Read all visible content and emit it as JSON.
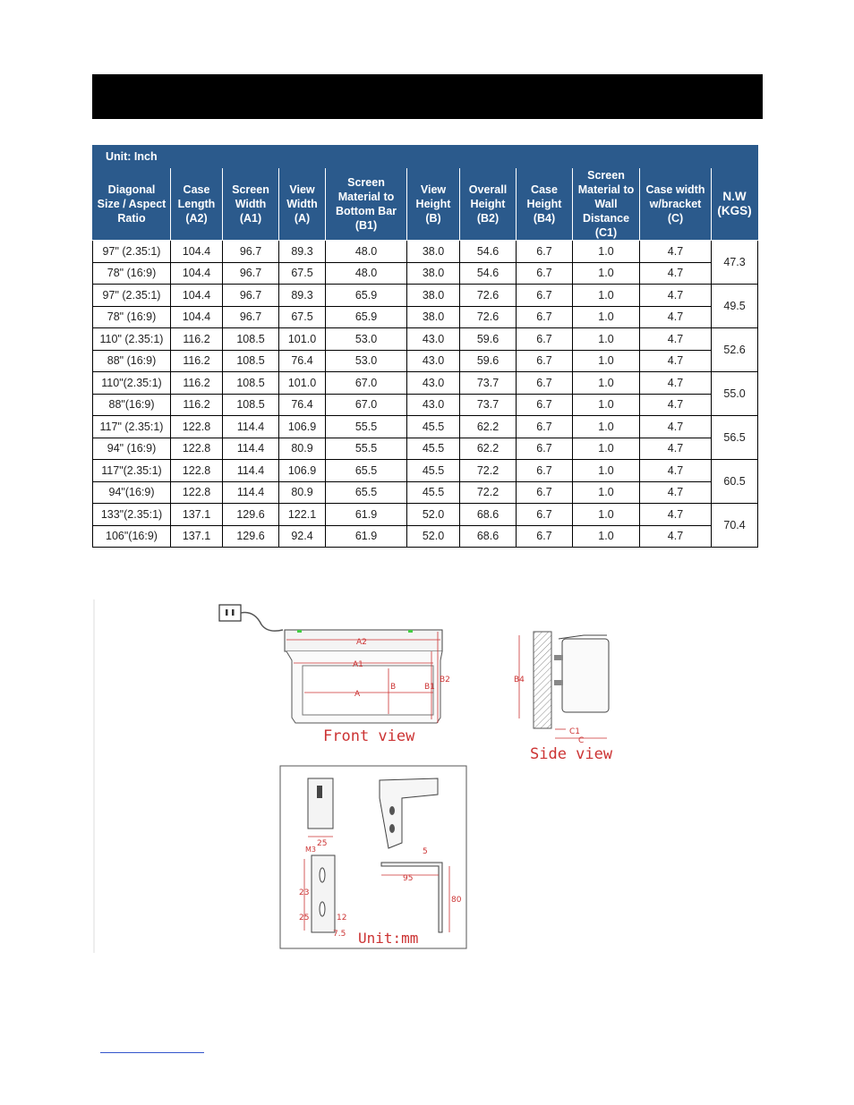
{
  "spec_table": {
    "unit_label": "Unit: Inch",
    "headers": [
      "Diagonal\nSize / Aspect\nRatio",
      "Case\nLength\n(A2)",
      "Screen\nWidth\n(A1)",
      "View\nWidth\n(A)",
      "Screen\nMaterial to\nBottom Bar\n(B1)",
      "View\nHeight\n(B)",
      "Overall\nHeight\n(B2)",
      "Case\nHeight\n(B4)",
      "Screen\nMaterial to\nWall\nDistance\n(C1)",
      "Case width\nw/bracket\n(C)",
      "N.W\n(KGS)"
    ],
    "rows": [
      [
        "97\" (2.35:1)",
        "104.4",
        "96.7",
        "89.3",
        "48.0",
        "38.0",
        "54.6",
        "6.7",
        "1.0",
        "4.7"
      ],
      [
        "78\" (16:9)",
        "104.4",
        "96.7",
        "67.5",
        "48.0",
        "38.0",
        "54.6",
        "6.7",
        "1.0",
        "4.7"
      ],
      [
        "97\" (2.35:1)",
        "104.4",
        "96.7",
        "89.3",
        "65.9",
        "38.0",
        "72.6",
        "6.7",
        "1.0",
        "4.7"
      ],
      [
        "78\" (16:9)",
        "104.4",
        "96.7",
        "67.5",
        "65.9",
        "38.0",
        "72.6",
        "6.7",
        "1.0",
        "4.7"
      ],
      [
        "110\" (2.35:1)",
        "116.2",
        "108.5",
        "101.0",
        "53.0",
        "43.0",
        "59.6",
        "6.7",
        "1.0",
        "4.7"
      ],
      [
        "88\" (16:9)",
        "116.2",
        "108.5",
        "76.4",
        "53.0",
        "43.0",
        "59.6",
        "6.7",
        "1.0",
        "4.7"
      ],
      [
        "110\"(2.35:1)",
        "116.2",
        "108.5",
        "101.0",
        "67.0",
        "43.0",
        "73.7",
        "6.7",
        "1.0",
        "4.7"
      ],
      [
        "88\"(16:9)",
        "116.2",
        "108.5",
        "76.4",
        "67.0",
        "43.0",
        "73.7",
        "6.7",
        "1.0",
        "4.7"
      ],
      [
        "117\" (2.35:1)",
        "122.8",
        "114.4",
        "106.9",
        "55.5",
        "45.5",
        "62.2",
        "6.7",
        "1.0",
        "4.7"
      ],
      [
        "94\" (16:9)",
        "122.8",
        "114.4",
        "80.9",
        "55.5",
        "45.5",
        "62.2",
        "6.7",
        "1.0",
        "4.7"
      ],
      [
        "117\"(2.35:1)",
        "122.8",
        "114.4",
        "106.9",
        "65.5",
        "45.5",
        "72.2",
        "6.7",
        "1.0",
        "4.7"
      ],
      [
        "94\"(16:9)",
        "122.8",
        "114.4",
        "80.9",
        "65.5",
        "45.5",
        "72.2",
        "6.7",
        "1.0",
        "4.7"
      ],
      [
        "133\"(2.35:1)",
        "137.1",
        "129.6",
        "122.1",
        "61.9",
        "52.0",
        "68.6",
        "6.7",
        "1.0",
        "4.7"
      ],
      [
        "106\"(16:9)",
        "137.1",
        "129.6",
        "92.4",
        "61.9",
        "52.0",
        "68.6",
        "6.7",
        "1.0",
        "4.7"
      ]
    ],
    "weights": [
      "47.3",
      "49.5",
      "52.6",
      "55.0",
      "56.5",
      "60.5",
      "70.4"
    ]
  },
  "diagram": {
    "front_view_label": "Front view",
    "side_view_label": "Side view",
    "unit_label": "Unit:mm",
    "labels": {
      "a2": "A2",
      "a1": "A1",
      "a": "A",
      "b": "B",
      "b1": "B1",
      "b2": "B2",
      "b4": "B4",
      "c1": "C1",
      "c": "C",
      "dim_25": "25",
      "dim_m3": "M3",
      "dim_23": "23",
      "dim_25b": "25",
      "dim_12": "12",
      "dim_7_5": "7.5",
      "dim_5": "5",
      "dim_95": "95",
      "dim_80": "80"
    }
  }
}
